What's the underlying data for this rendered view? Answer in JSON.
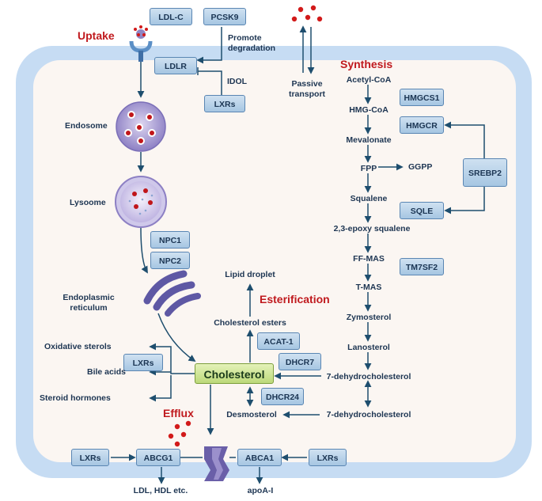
{
  "titles": {
    "uptake": "Uptake",
    "synthesis": "Synthesis",
    "esterification": "Esterification",
    "efflux": "Efflux"
  },
  "boxes": {
    "ldl_c": "LDL-C",
    "pcsk9": "PCSK9",
    "ldlr": "LDLR",
    "lxrs_idol": "LXRs",
    "npc1": "NPC1",
    "npc2": "NPC2",
    "hmgcs1": "HMGCS1",
    "hmgcr": "HMGCR",
    "srebp2": "SREBP2",
    "sqle": "SQLE",
    "tm7sf2": "TM7SF2",
    "acat1": "ACAT-1",
    "dhcr7": "DHCR7",
    "dhcr24": "DHCR24",
    "lxrs_left": "LXRs",
    "lxrs_abcg1": "LXRs",
    "abcg1": "ABCG1",
    "abca1": "ABCA1",
    "lxrs_abca1": "LXRs",
    "cholesterol": "Cholesterol"
  },
  "labels": {
    "promote_degradation": "Promote\ndegradation",
    "idol": "IDOL",
    "passive_transport": "Passive\ntransport",
    "endosome": "Endosome",
    "lysosome": "Lysoome",
    "er": "Endoplasmic\nreticulum",
    "lipid_droplet": "Lipid droplet",
    "cholesterol_esters": "Cholesterol esters",
    "oxidative_sterols": "Oxidative sterols",
    "bile_acids": "Bile acids",
    "steroid_hormones": "Steroid hormones",
    "desmosterol": "Desmosterol",
    "ldl_hdl": "LDL, HDL etc.",
    "apoa1": "apoA-I"
  },
  "pathway": [
    "Acetyl-CoA",
    "HMG-CoA",
    "Mevalonate",
    "FPP",
    "Squalene",
    "2,3-epoxy squalene",
    "FF-MAS",
    "T-MAS",
    "Zymosterol",
    "Lanosterol",
    "7-dehydrocholesterol",
    "7-dehydrocholesterol"
  ],
  "ggpp": "GGPP",
  "colors": {
    "arrow": "#1e4e6e",
    "accent_red": "#c01a1e",
    "membrane": "#c6dcf3",
    "cytoplasm": "#fbf6f2",
    "protein_purple": "#6a5fa8"
  }
}
